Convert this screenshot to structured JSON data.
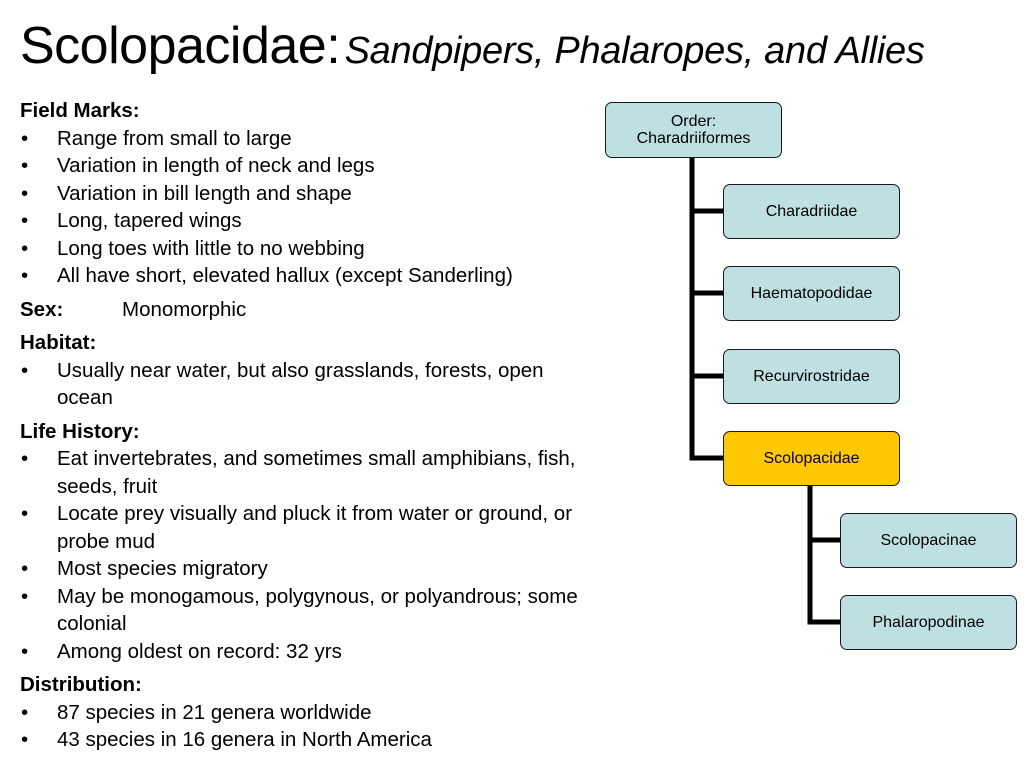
{
  "title": {
    "main": "Scolopacidae:",
    "sub": "Sandpipers, Phalaropes, and Allies"
  },
  "field_marks": {
    "heading": "Field Marks:",
    "items": [
      "Range from small to large",
      "Variation in length of neck and legs",
      "Variation in bill length and shape",
      "Long, tapered wings",
      "Long toes with little to no webbing",
      "All have short, elevated hallux (except Sanderling)"
    ]
  },
  "sex": {
    "label": "Sex:",
    "value": "Monomorphic"
  },
  "habitat": {
    "heading": "Habitat:",
    "items": [
      "Usually near water, but also grasslands, forests, open ocean"
    ]
  },
  "life_history": {
    "heading": "Life History:",
    "items": [
      "Eat invertebrates, and sometimes small amphibians, fish, seeds, fruit",
      "Locate prey visually and pluck it from water or ground, or probe mud",
      "Most species migratory",
      "May be monogamous, polygynous, or polyandrous; some colonial",
      "Among oldest on record: 32 yrs"
    ]
  },
  "distribution": {
    "heading": "Distribution:",
    "items": [
      "87 species in 21 genera worldwide",
      "43 species in 16 genera in North America"
    ]
  },
  "bullet": "•",
  "tree": {
    "order": "Order:\nCharadriiformes",
    "families": [
      "Charadriidae",
      "Haematopodidae",
      "Recurvirostridae",
      "Scolopacidae"
    ],
    "subfamilies": [
      "Scolopacinae",
      "Phalaropodinae"
    ],
    "highlight_color": "#ffc800",
    "node_color": "#bfe0e2"
  }
}
